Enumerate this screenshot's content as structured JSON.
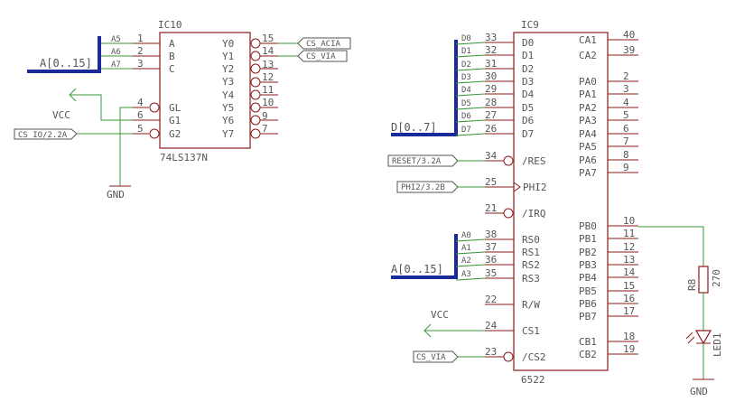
{
  "ic10": {
    "ref": "IC10",
    "value": "74LS137N",
    "inputs": [
      {
        "num": "1",
        "name": "A",
        "net": "A5"
      },
      {
        "num": "2",
        "name": "B",
        "net": "A6"
      },
      {
        "num": "3",
        "name": "C",
        "net": "A7"
      },
      {
        "num": "4",
        "name": "GL"
      },
      {
        "num": "6",
        "name": "G1"
      },
      {
        "num": "5",
        "name": "G2"
      }
    ],
    "outputs": [
      {
        "num": "15",
        "name": "Y0"
      },
      {
        "num": "14",
        "name": "Y1"
      },
      {
        "num": "13",
        "name": "Y2"
      },
      {
        "num": "12",
        "name": "Y3"
      },
      {
        "num": "11",
        "name": "Y4"
      },
      {
        "num": "10",
        "name": "Y5"
      },
      {
        "num": "9",
        "name": "Y6"
      },
      {
        "num": "7",
        "name": "Y7"
      }
    ],
    "bus_label": "A[0..15]",
    "vcc": "VCC",
    "gnd": "GND",
    "in_flag": "CS_IO/2.2A",
    "out_flags": [
      "CS_ACIA",
      "CS_VIA"
    ]
  },
  "ic9": {
    "ref": "IC9",
    "value": "6522",
    "left_pins": [
      {
        "num": "33",
        "name": "D0",
        "net": "D0"
      },
      {
        "num": "32",
        "name": "D1",
        "net": "D1"
      },
      {
        "num": "31",
        "name": "D2",
        "net": "D2"
      },
      {
        "num": "30",
        "name": "D3",
        "net": "D3"
      },
      {
        "num": "29",
        "name": "D4",
        "net": "D4"
      },
      {
        "num": "28",
        "name": "D5",
        "net": "D5"
      },
      {
        "num": "27",
        "name": "D6",
        "net": "D6"
      },
      {
        "num": "26",
        "name": "D7",
        "net": "D7"
      },
      {
        "num": "34",
        "name": "/RES"
      },
      {
        "num": "25",
        "name": "PHI2"
      },
      {
        "num": "21",
        "name": "/IRQ"
      },
      {
        "num": "38",
        "name": "RS0",
        "net": "A0"
      },
      {
        "num": "37",
        "name": "RS1",
        "net": "A1"
      },
      {
        "num": "36",
        "name": "RS2",
        "net": "A2"
      },
      {
        "num": "35",
        "name": "RS3",
        "net": "A3"
      },
      {
        "num": "22",
        "name": "R/W"
      },
      {
        "num": "24",
        "name": "CS1"
      },
      {
        "num": "23",
        "name": "/CS2"
      }
    ],
    "right_pins": [
      {
        "num": "40",
        "name": "CA1"
      },
      {
        "num": "39",
        "name": "CA2"
      },
      {
        "num": "2",
        "name": "PA0"
      },
      {
        "num": "3",
        "name": "PA1"
      },
      {
        "num": "4",
        "name": "PA2"
      },
      {
        "num": "5",
        "name": "PA3"
      },
      {
        "num": "6",
        "name": "PA4"
      },
      {
        "num": "7",
        "name": "PA5"
      },
      {
        "num": "8",
        "name": "PA6"
      },
      {
        "num": "9",
        "name": "PA7"
      },
      {
        "num": "10",
        "name": "PB0"
      },
      {
        "num": "11",
        "name": "PB1"
      },
      {
        "num": "12",
        "name": "PB2"
      },
      {
        "num": "13",
        "name": "PB3"
      },
      {
        "num": "14",
        "name": "PB4"
      },
      {
        "num": "15",
        "name": "PB5"
      },
      {
        "num": "16",
        "name": "PB6"
      },
      {
        "num": "17",
        "name": "PB7"
      },
      {
        "num": "18",
        "name": "CB1"
      },
      {
        "num": "19",
        "name": "CB2"
      }
    ],
    "data_bus_label": "D[0..7]",
    "addr_bus_label": "A[0..15]",
    "reset_flag": "RESET/3.2A",
    "phi2_flag": "PHI2/3.2B",
    "cs_flag": "CS_VIA",
    "vcc": "VCC"
  },
  "led": {
    "r_ref": "R8",
    "r_value": "270",
    "led_ref": "LED1",
    "gnd": "GND"
  }
}
